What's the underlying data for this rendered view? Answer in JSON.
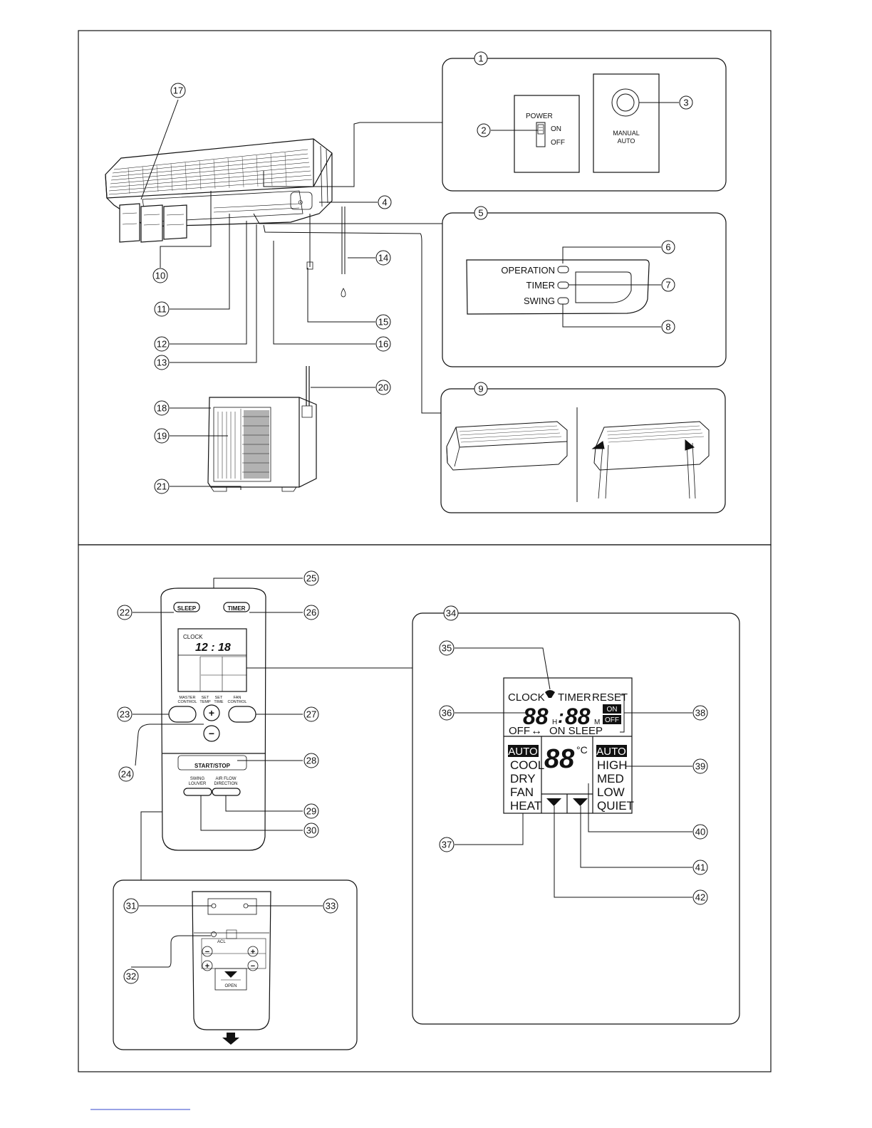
{
  "callouts": [
    "1",
    "2",
    "3",
    "4",
    "5",
    "6",
    "7",
    "8",
    "9",
    "10",
    "11",
    "12",
    "13",
    "14",
    "15",
    "16",
    "17",
    "18",
    "19",
    "20",
    "21",
    "22",
    "23",
    "24",
    "25",
    "26",
    "27",
    "28",
    "29",
    "30",
    "31",
    "32",
    "33",
    "34",
    "35",
    "36",
    "37",
    "38",
    "39",
    "40",
    "41",
    "42"
  ],
  "power_switch": {
    "title": "POWER",
    "on": "ON",
    "off": "OFF"
  },
  "manual_button": {
    "line1": "MANUAL",
    "line2": "AUTO"
  },
  "indicators": {
    "operation": "OPERATION",
    "timer": "TIMER",
    "swing": "SWING"
  },
  "remote": {
    "sleep": "SLEEP",
    "timer": "TIMER",
    "clock_label": "CLOCK",
    "clock_time": "12 : 18",
    "master_control": [
      "MASTER",
      "CONTROL"
    ],
    "set_temp": [
      "SET",
      "TEMP"
    ],
    "set_time": [
      "SET",
      "TIME"
    ],
    "fan_control": [
      "FAN",
      "CONTROL"
    ],
    "plus": "+",
    "minus": "−",
    "start_stop": "START/STOP",
    "swing_louver": [
      "SWING",
      "LOUVER"
    ],
    "air_flow_direction": [
      "AIR FLOW",
      "DIRECTION"
    ]
  },
  "battery": {
    "acl": "ACL",
    "open": "OPEN",
    "minus": "−",
    "plus": "+"
  },
  "lcd": {
    "clock": "CLOCK",
    "timer": "TIMER",
    "reset": "RESET",
    "digits": "88",
    "h": "H",
    "colon": ":",
    "m": "M",
    "on": "ON",
    "off": "OFF",
    "off_on": "OFF",
    "arrow": "↔",
    "on_sleep": "ON SLEEP",
    "temp": "88",
    "celsius": "°C",
    "modes": [
      "AUTO",
      "COOL",
      "DRY",
      "FAN",
      "HEAT"
    ],
    "fans": [
      "AUTO",
      "HIGH",
      "MED",
      "LOW",
      "QUIET"
    ]
  }
}
